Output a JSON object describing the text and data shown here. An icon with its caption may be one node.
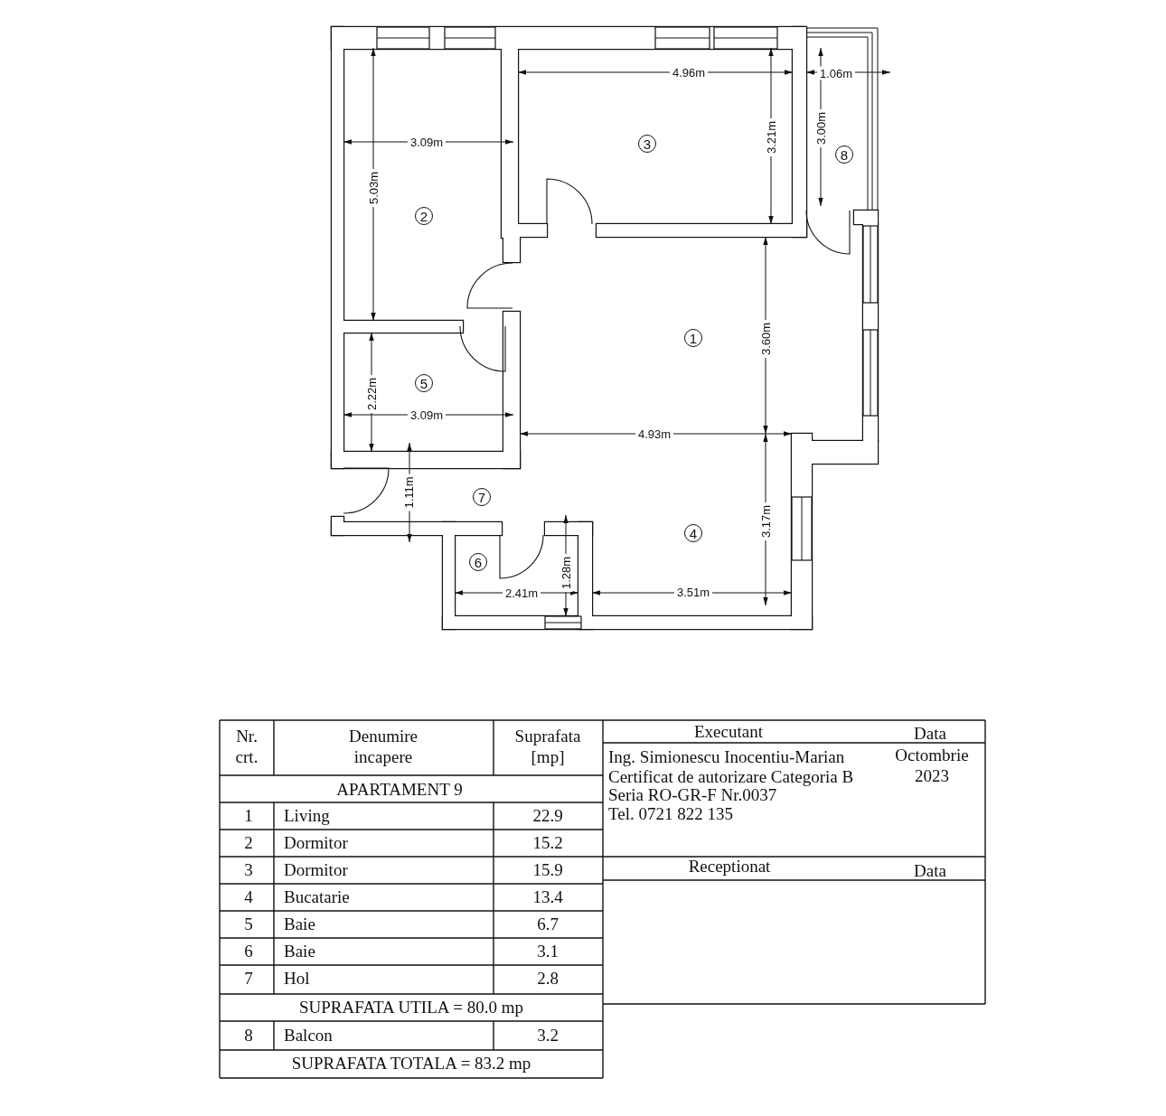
{
  "diagram": {
    "nodes": [
      {
        "text": [
          "3"
        ]
      },
      {
        "text": [
          "8"
        ]
      },
      {
        "text": [
          "2"
        ]
      },
      {
        "text": [
          "1"
        ]
      },
      {
        "text": [
          "5"
        ]
      },
      {
        "text": [
          "7"
        ]
      },
      {
        "text": [
          "4"
        ]
      },
      {
        "text": [
          "6"
        ]
      }
    ],
    "labels": [
      "4.96m",
      "1.06m",
      "3.09m",
      "3.21m",
      "3.00m",
      "5.03m",
      "3.60m",
      "2.22m",
      "3.09m",
      "4.93m",
      "1.11m",
      "3.17m",
      "1.28m",
      "2.41m",
      "3.51m",
      "Nr. crt.",
      "Denumire incapere",
      "Suprafata [mp]",
      "APARTAMENT 9",
      "1",
      "Living",
      "22.9",
      "2",
      "Dormitor",
      "15.2",
      "3",
      "Dormitor",
      "15.9",
      "4",
      "Bucatarie",
      "13.4",
      "5",
      "Baie",
      "6.7",
      "6",
      "Baie",
      "3.1",
      "7",
      "Hol",
      "2.8",
      "SUPRAFATA UTILA = 80.0 mp",
      "8",
      "Balcon",
      "3.2",
      "SUPRAFATA TOTALA = 83.2 mp",
      "Executant",
      "Data",
      "Ing. Simionescu Inocentiu-Marian",
      "Certificat de autorizare Categoria B",
      "Seria RO-GR-F Nr.0037",
      "Tel. 0721 822 135",
      "Octombrie 2023",
      "Receptionat",
      "Data"
    ]
  }
}
